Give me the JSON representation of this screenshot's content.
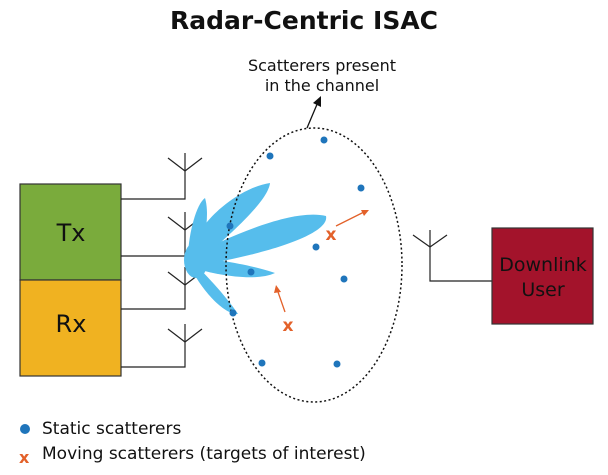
{
  "title": "Radar-Centric ISAC",
  "annotation": {
    "line1": "Scatterers present",
    "line2": "in the channel"
  },
  "tx_label": "Tx",
  "rx_label": "Rx",
  "user_label": {
    "line1": "Downlink",
    "line2": "User"
  },
  "legend": {
    "static": "Static scatterers",
    "moving": "Moving scatterers (targets of interest)",
    "moving_marker": "x"
  },
  "colors": {
    "tx": "#7aab3c",
    "rx": "#f0b221",
    "user": "#a3132b",
    "beam": "#56bdec",
    "static_scatterer": "#1f75bb",
    "moving_scatterer": "#e3612a"
  }
}
